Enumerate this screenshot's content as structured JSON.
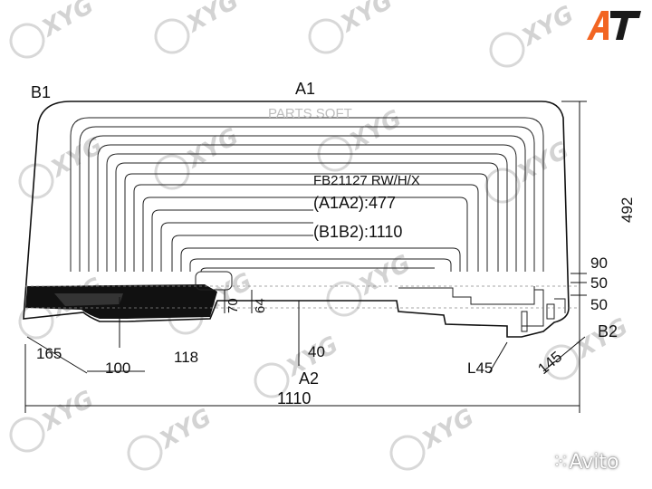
{
  "diagram": {
    "points": {
      "a1": "A1",
      "a2": "A2",
      "b1": "B1",
      "b2": "B2"
    },
    "part_code": "FB21127 RW/H/X",
    "a1a2": "(A1A2):477",
    "b1b2": "(B1B2):1110",
    "watermark_top": "PARTS SOFT",
    "dims": {
      "height_total": "492",
      "right_90": "90",
      "right_50a": "50",
      "right_50b": "50",
      "d70": "70",
      "d64": "64",
      "d165": "165",
      "d100": "100",
      "d118": "118",
      "d40": "40",
      "l45": "L45",
      "d145": "145",
      "width_total": "1110"
    },
    "watermark_brand": "XYG"
  },
  "branding": {
    "logo_letters": "AT",
    "logo_color_orange": "#f26522",
    "logo_color_dark": "#1a1a1a",
    "marketplace": "Avito"
  }
}
